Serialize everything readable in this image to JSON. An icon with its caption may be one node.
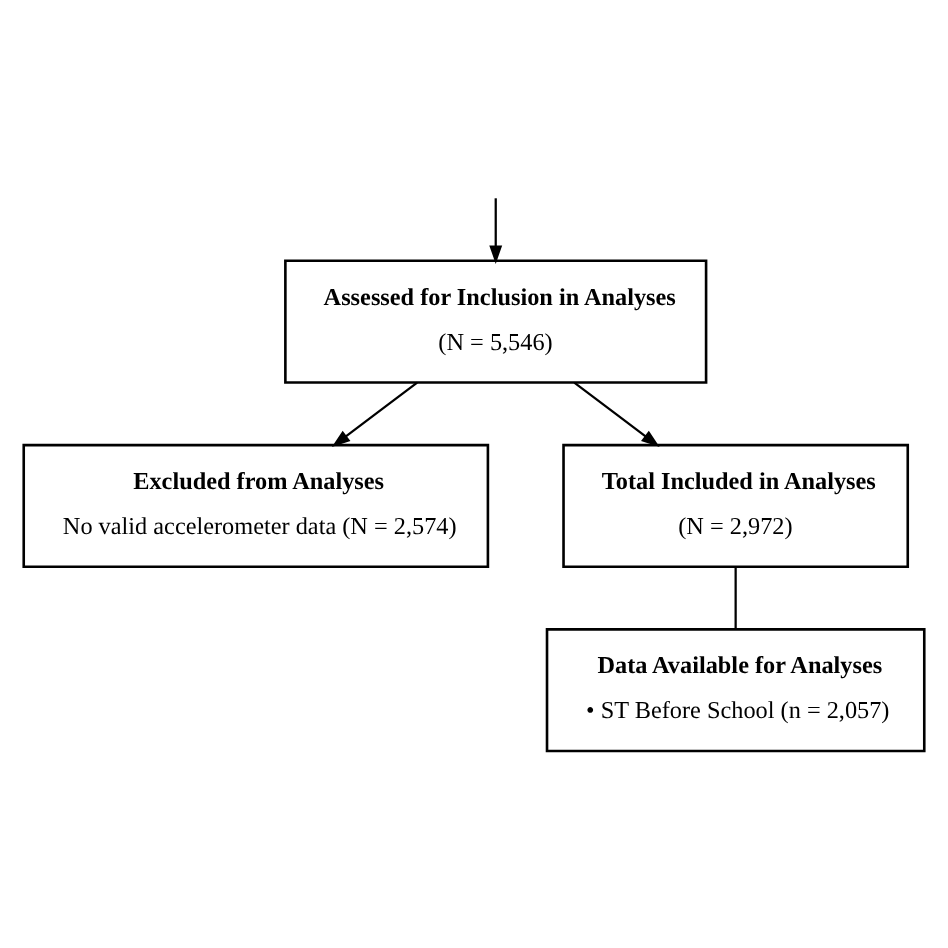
{
  "diagram": {
    "nodes": [
      {
        "text": [
          "Assessed for Inclusion in Analyses",
          "(N = 5,546)"
        ]
      },
      {
        "text": [
          "Excluded from Analyses",
          "No valid accelerometer data (N = 2,574)"
        ]
      },
      {
        "text": [
          "Total Included in Analyses",
          "(N = 2,972)"
        ]
      },
      {
        "text": [
          "Data Available for Analyses",
          "• ST Before School (n = 2,057)"
        ]
      }
    ],
    "edges": [
      {
        "from": null,
        "to": 0,
        "arrow": "to"
      },
      {
        "from": 0,
        "to": 1,
        "arrow": "to"
      },
      {
        "from": 0,
        "to": 2,
        "arrow": "to"
      },
      {
        "from": 2,
        "to": 3,
        "arrow": "none"
      }
    ]
  }
}
